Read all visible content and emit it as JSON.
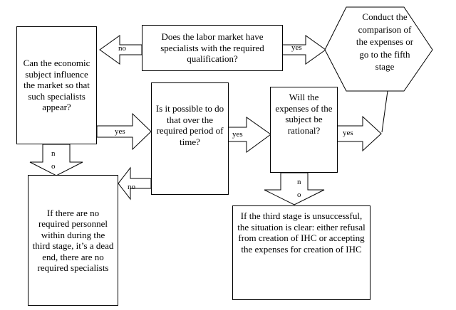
{
  "nodes": {
    "q_market": "Does the labor market have specialists with the required qualification?",
    "q_influence": "Can the economic subject influence the market so that such specialists appear?",
    "conduct": "Conduct the comparison of the expenses or go to the fifth stage",
    "q_time": "Is it possible to do that over the required period of time?",
    "q_rational": "Will the expenses of the subject be rational?",
    "dead_end": "If there are no required personnel within during the third stage, it’s a dead end, there are no required specialists",
    "third_stage": "If the third stage is unsuccessful, the situation is clear: either refusal from creation of IHC or accepting the expenses for creation of IHC"
  },
  "labels": {
    "no_market": "no",
    "yes_market": "yes",
    "yes_influence": "yes",
    "no_influence_1": "n",
    "no_influence_2": "o",
    "no_time": "no",
    "yes_time": "yes",
    "yes_rational": "yes",
    "no_rational_1": "n",
    "no_rational_2": "o"
  }
}
